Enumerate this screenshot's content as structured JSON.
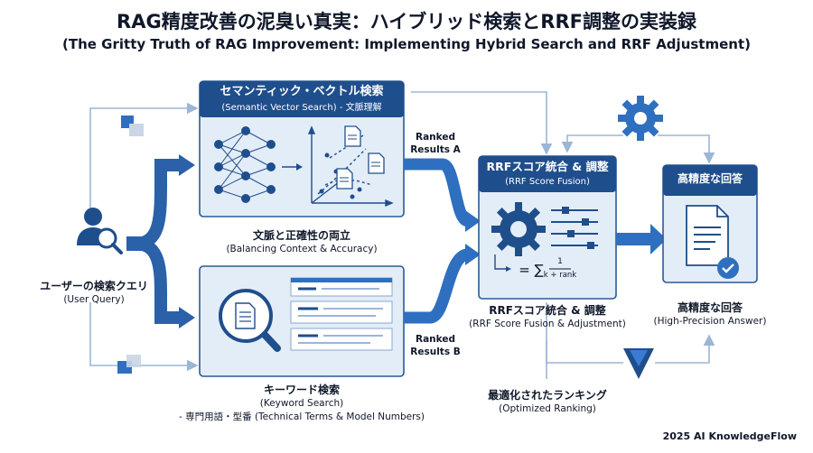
{
  "title": {
    "main": "RAG精度改善の泥臭い真実：ハイブリッド検索とRRF調整の実装録",
    "sub": "(The Gritty Truth of RAG Improvement: Implementing Hybrid Search and RRF Adjustment)"
  },
  "user_query": {
    "label": "ユーザーの検索クエリ",
    "sublabel": "(User Query)"
  },
  "semantic_panel": {
    "title": "セマンティック・ベクトル検索",
    "subtitle": "(Semantic Vector Search) - 文脈理解"
  },
  "balance": {
    "label": "文脈と正確性の両立",
    "sublabel": "(Balancing Context & Accuracy)"
  },
  "keyword_panel": {
    "label": "キーワード検索",
    "sublabel": "(Keyword Search)",
    "sublabel2": "- 専門用語・型番 (Technical Terms & Model Numbers)"
  },
  "ranked_a": {
    "line1": "Ranked",
    "line2": "Results A"
  },
  "ranked_b": {
    "line1": "Ranked",
    "line2": "Results B"
  },
  "rrf_panel": {
    "title": "RRFスコア統合 & 調整",
    "subtitle": "(RRF Score Fusion)",
    "formula_eq": "= ∑",
    "formula_num": "1",
    "formula_den": "k + rank"
  },
  "rrf_caption": {
    "label": "RRFスコア統合 & 調整",
    "sublabel": "(RRF Score Fusion & Adjustment)"
  },
  "optimized": {
    "label": "最適化されたランキング",
    "sublabel": "(Optimized Ranking)"
  },
  "answer_panel": {
    "title": "高精度な回答"
  },
  "answer_caption": {
    "label": "高精度な回答",
    "sublabel": "(High-Precision Answer)"
  },
  "footer": "2025 AI KnowledgeFlow",
  "colors": {
    "navy": "#1f4e8c",
    "accent": "#2f6fc0",
    "panel_fill": "#e3edf8",
    "panel_stroke": "#2a5a96",
    "line": "#9bb6d6"
  }
}
